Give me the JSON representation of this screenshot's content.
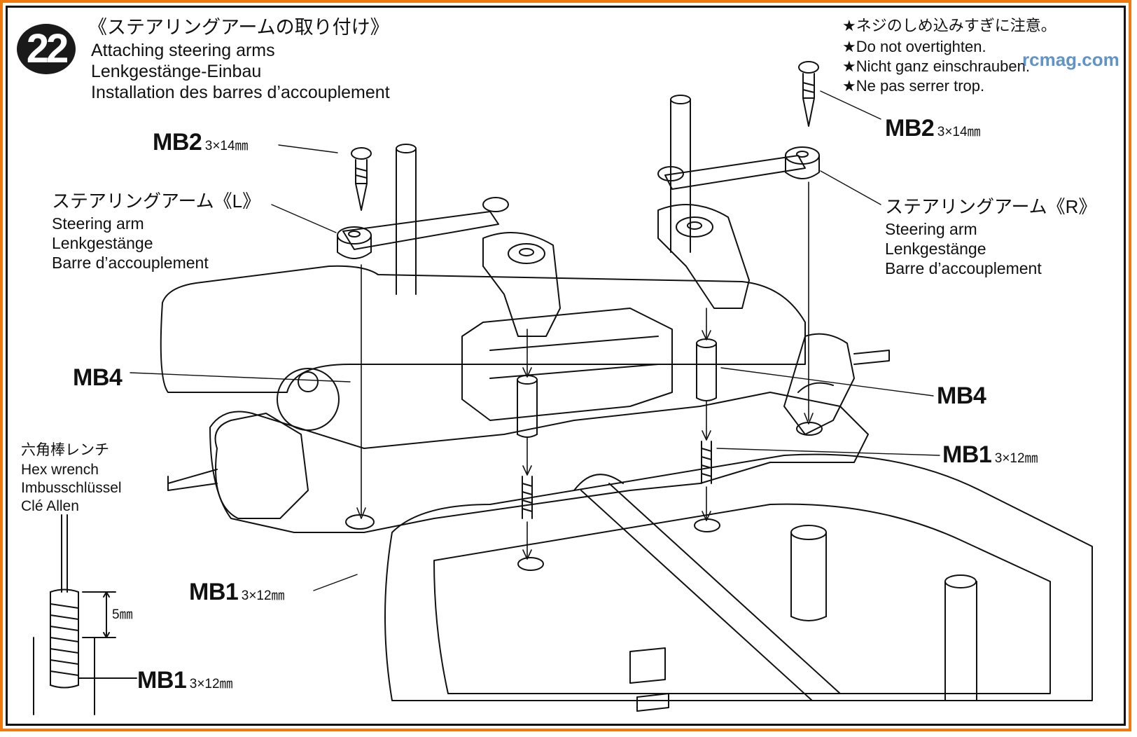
{
  "step": {
    "number": "22"
  },
  "title": {
    "ja": "《ステアリングアームの取り付け》",
    "en": "Attaching steering arms",
    "de": "Lenkgestänge-Einbau",
    "fr": "Installation des barres d’accouplement"
  },
  "warning": {
    "ja": "★ネジのしめ込みすぎに注意。",
    "en": "★Do not overtighten.",
    "de": "★Nicht ganz einschrauben.",
    "fr": "★Ne pas serrer trop."
  },
  "watermark": {
    "text": "rcmag.com"
  },
  "callouts": {
    "mb2_left": {
      "code": "MB2",
      "size": "3×14㎜"
    },
    "mb2_right": {
      "code": "MB2",
      "size": "3×14㎜"
    },
    "mb4_left": {
      "code": "MB4"
    },
    "mb4_right": {
      "code": "MB4"
    },
    "mb1_right": {
      "code": "MB1",
      "size": "3×12㎜"
    },
    "mb1_bottom": {
      "code": "MB1",
      "size": "3×12㎜"
    },
    "mb1_detail": {
      "code": "MB1",
      "size": "3×12㎜"
    }
  },
  "steering_arm_left": {
    "ja": "ステアリングアーム《L》",
    "en": "Steering arm",
    "de": "Lenkgestänge",
    "fr": "Barre d’accouplement"
  },
  "steering_arm_right": {
    "ja": "ステアリングアーム《R》",
    "en": "Steering arm",
    "de": "Lenkgestänge",
    "fr": "Barre d’accouplement"
  },
  "hex_wrench": {
    "ja": "六角棒レンチ",
    "en": "Hex wrench",
    "de": "Imbusschlüssel",
    "fr": "Clé Allen"
  },
  "detail": {
    "dimension": "5㎜"
  },
  "colors": {
    "frame_outer": "#f07a12",
    "frame_inner": "#111111",
    "line": "#111111"
  }
}
